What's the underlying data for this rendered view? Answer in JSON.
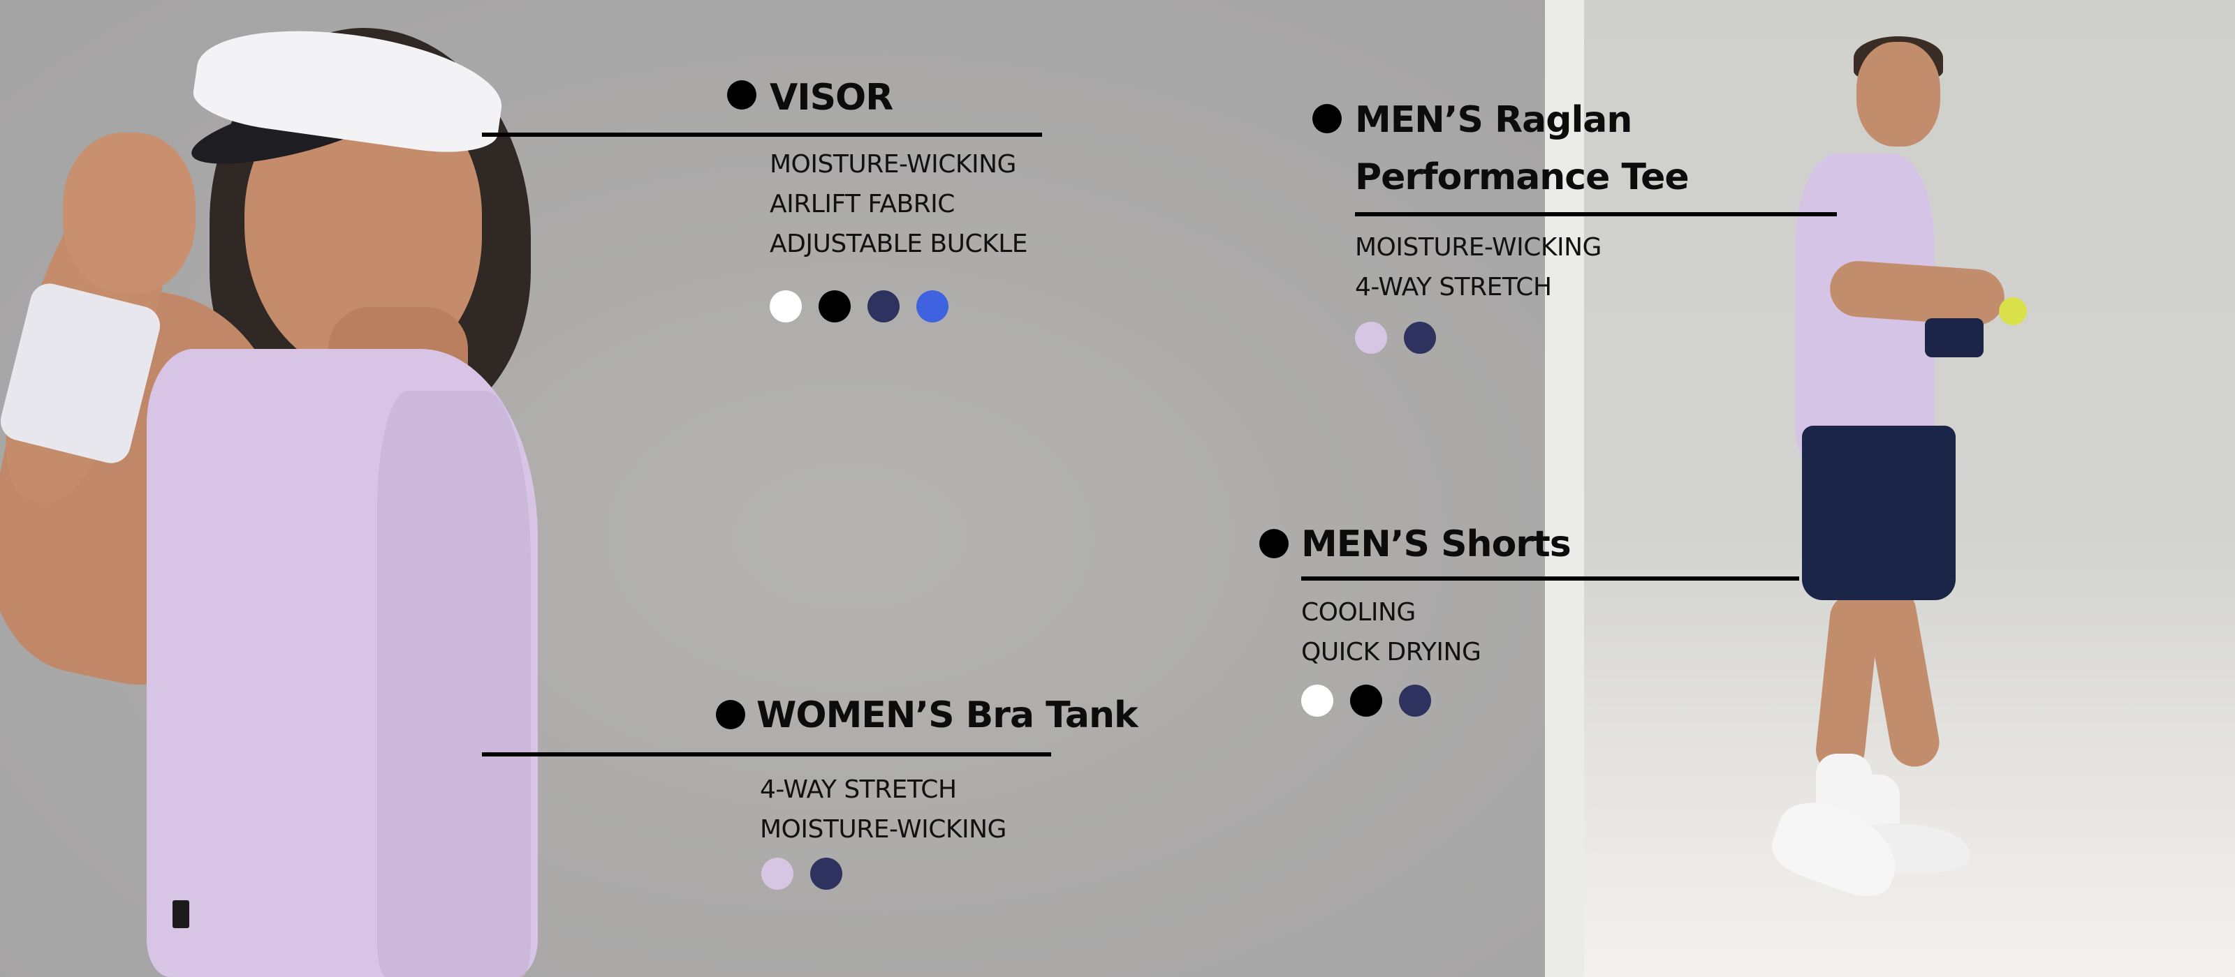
{
  "colors": {
    "white": "#ffffff",
    "black": "#000000",
    "navy": "#2d335e",
    "blue": "#3f62e0",
    "lavender": "#d6c6e4"
  },
  "callouts": {
    "visor": {
      "title": "VISOR",
      "features": [
        "MOISTURE-WICKING",
        "AIRLIFT FABRIC",
        "ADJUSTABLE BUCKLE"
      ],
      "swatches": [
        "white",
        "black",
        "navy",
        "blue"
      ]
    },
    "bra_tank": {
      "title": "WOMEN’S Bra Tank",
      "features": [
        "4-WAY STRETCH",
        "MOISTURE-WICKING"
      ],
      "swatches": [
        "lavender",
        "navy"
      ]
    },
    "raglan_tee": {
      "title_line1": "MEN’S Raglan",
      "title_line2": "Performance Tee",
      "features": [
        "MOISTURE-WICKING",
        "4-WAY STRETCH"
      ],
      "swatches": [
        "lavender",
        "navy"
      ]
    },
    "shorts": {
      "title": "MEN’S Shorts",
      "features": [
        "COOLING",
        "QUICK DRYING"
      ],
      "swatches": [
        "white",
        "black",
        "navy"
      ]
    }
  }
}
